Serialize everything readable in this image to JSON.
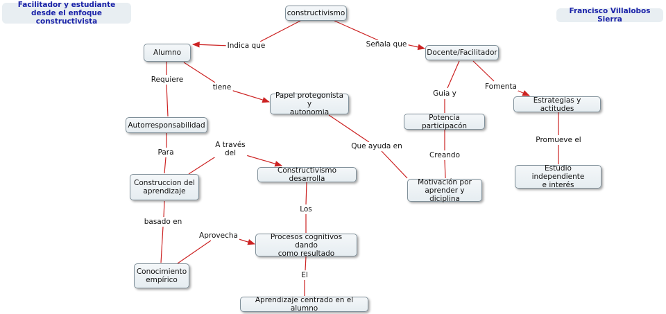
{
  "header": {
    "title": "Facilitador y estudiante\ndesde el enfoque constructivista",
    "author": "Francisco Villalobos Sierra"
  },
  "colors": {
    "line": "#cc2222",
    "title_text": "#1a22a8"
  },
  "nodes": {
    "constructivismo": "constructivismo",
    "alumno": "Alumno",
    "docente": "Docente/Facilitador",
    "papel": "Papel protegonista y\nautonomia",
    "autoresponsabilidad": "Autorresponsabilidad",
    "estrategias": "Estrategias y actitudes",
    "potencia": "Potencia participacón",
    "construccion": "Construccion del\naprendizaje",
    "constructivismo_desarrolla": "Constructivismo desarrolla",
    "motivacion": "Motivación por\naprender y diciplina",
    "estudio": "Estudio independiente\ne interés",
    "procesos": "Procesos cognitivos dando\ncomo resultado",
    "conocimiento": "Conocimiento\nempírico",
    "aprendizaje": "Aprendizaje centrado en el alumno"
  },
  "links": {
    "indica_que": "Indica que",
    "senala_que": "Señala que",
    "requiere": "Requiere",
    "tiene": "tiene",
    "guia_y": "Guia y",
    "fomenta": "Fomenta",
    "para": "Para",
    "a_traves_del": "A través\ndel",
    "que_ayuda_en": "Que ayuda en",
    "creando": "Creando",
    "promueve_el": "Promueve el",
    "basado_en": "basado en",
    "los": "Los",
    "aprovecha": "Aprovecha",
    "el": "El"
  }
}
